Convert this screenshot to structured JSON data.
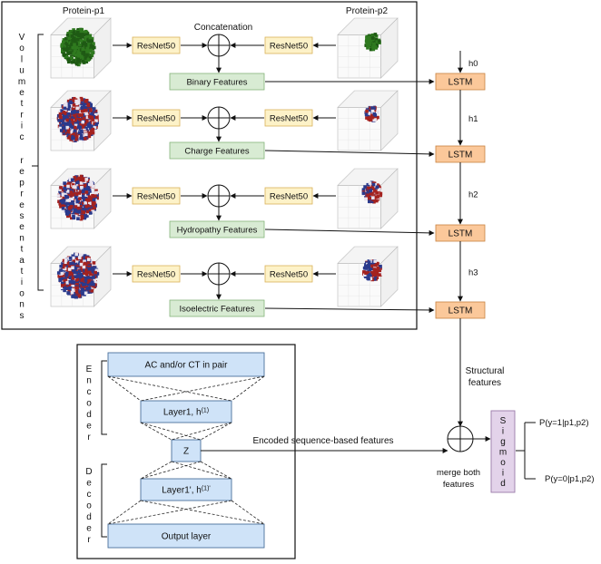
{
  "volumetric": {
    "label_title": "Protein-p1",
    "label_right": "Protein-p2",
    "concat_label": "Concatenation",
    "side_word1": "Volumetric",
    "side_word2": "representations",
    "resnet": "ResNet50",
    "features": [
      "Binary Features",
      "Charge Features",
      "Hydropathy Features",
      "Isoelectric Features"
    ],
    "lstm": "LSTM",
    "hidden": [
      "h0",
      "h1",
      "h2",
      "h3"
    ],
    "structural": [
      "Structural",
      "features"
    ]
  },
  "autoencoder": {
    "encoder_word": "Encoder",
    "decoder_word": "Decoder",
    "input_box": "AC and/or CT in pair",
    "layer1_label": "Layer1, h",
    "layer1_sup": "(1)",
    "z_label": "Z",
    "layer1p_label": "Layer1', h",
    "layer1p_sup": "(1)'",
    "output_box": "Output layer",
    "encoded_label": "Encoded sequence-based features"
  },
  "output": {
    "merge_label": [
      "merge both",
      "features"
    ],
    "sigmoid": "Sigmoid",
    "p_pos": "P(y=1|p1,p2)",
    "p_neg": "P(y=0|p1,p2)"
  },
  "colors": {
    "resnet_fill": "#fdf2c8",
    "resnet_stroke": "#d9b25a",
    "feature_fill": "#d8ebd3",
    "feature_stroke": "#86b47a",
    "lstm_fill": "#fbc89a",
    "lstm_stroke": "#c9823f",
    "ae_fill": "#cfe3f8",
    "ae_stroke": "#4a6f9b",
    "sigmoid_fill": "#e3d3ea",
    "sigmoid_stroke": "#9a7aa9",
    "protein_green": "#2f7a1f",
    "protein_red": "#a4221f",
    "protein_blue": "#2a3a8c"
  }
}
